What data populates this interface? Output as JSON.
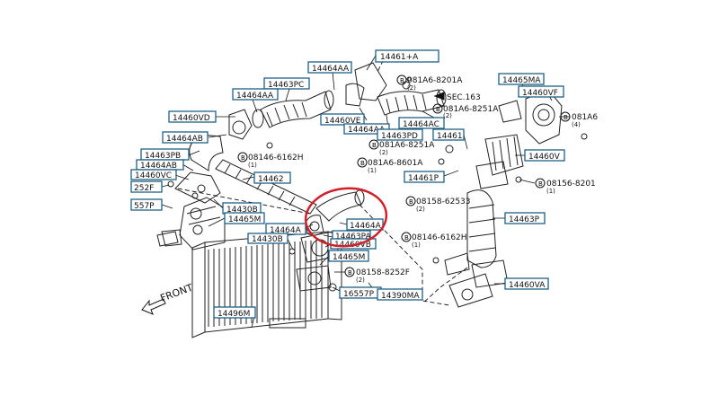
{
  "diagram": {
    "front_label": "FRONT",
    "sec_label": "SEC.163",
    "highlight_color": "#d0202a",
    "label_border_color": "#1f5f86",
    "labels": [
      {
        "id": "l01",
        "text": "14461+A"
      },
      {
        "id": "l02",
        "text": "14464AA"
      },
      {
        "id": "l03",
        "text": "14463PC"
      },
      {
        "id": "l04",
        "text": "14464AA"
      },
      {
        "id": "l05",
        "text": "14460VD"
      },
      {
        "id": "l06",
        "text": "14464AB"
      },
      {
        "id": "l07",
        "text": "14463PB"
      },
      {
        "id": "l08",
        "text": "14464AB"
      },
      {
        "id": "l09",
        "text": "14460VC"
      },
      {
        "id": "l10",
        "text": "252F"
      },
      {
        "id": "l11",
        "text": "557P"
      },
      {
        "id": "l12",
        "text": "14430B"
      },
      {
        "id": "l13",
        "text": "14465M"
      },
      {
        "id": "l14",
        "text": "14462"
      },
      {
        "id": "l15",
        "text": "14464A"
      },
      {
        "id": "l16",
        "text": "14430B"
      },
      {
        "id": "l17",
        "text": "14460VE"
      },
      {
        "id": "l18",
        "text": "14464AA"
      },
      {
        "id": "l19",
        "text": "14464AC"
      },
      {
        "id": "l20",
        "text": "14463PD"
      },
      {
        "id": "l21",
        "text": "14461"
      },
      {
        "id": "l22",
        "text": "14461P"
      },
      {
        "id": "l23",
        "text": "14465MA"
      },
      {
        "id": "l24",
        "text": "14460VF"
      },
      {
        "id": "l25",
        "text": "14460V"
      },
      {
        "id": "l26",
        "text": "14463P"
      },
      {
        "id": "l27",
        "text": "14460VA"
      },
      {
        "id": "l28",
        "text": "14464A"
      },
      {
        "id": "l29",
        "text": "14463PA"
      },
      {
        "id": "l30",
        "text": "14460VB"
      },
      {
        "id": "l31",
        "text": "14465M"
      },
      {
        "id": "l32",
        "text": "16557P"
      },
      {
        "id": "l33",
        "text": "14390MA"
      },
      {
        "id": "l34",
        "text": "14496M"
      }
    ],
    "callouts": [
      {
        "id": "c01",
        "text": "08146-6162H",
        "qty": "(1)"
      },
      {
        "id": "c02",
        "text": "081A6-8201A",
        "qty": "(2)"
      },
      {
        "id": "c03",
        "text": "081A6-8251A",
        "qty": "(2)"
      },
      {
        "id": "c04",
        "text": "081A6-8251A",
        "qty": "(2)"
      },
      {
        "id": "c05",
        "text": "081A6-8601A",
        "qty": "(1)"
      },
      {
        "id": "c06",
        "text": "081A6",
        "qty": "(4)"
      },
      {
        "id": "c07",
        "text": "08156-8201",
        "qty": "(1)"
      },
      {
        "id": "c08",
        "text": "08158-62533",
        "qty": "(2)"
      },
      {
        "id": "c09",
        "text": "08146-6162H",
        "qty": "(1)"
      },
      {
        "id": "c10",
        "text": "08158-8252F",
        "qty": "(2)"
      }
    ]
  }
}
